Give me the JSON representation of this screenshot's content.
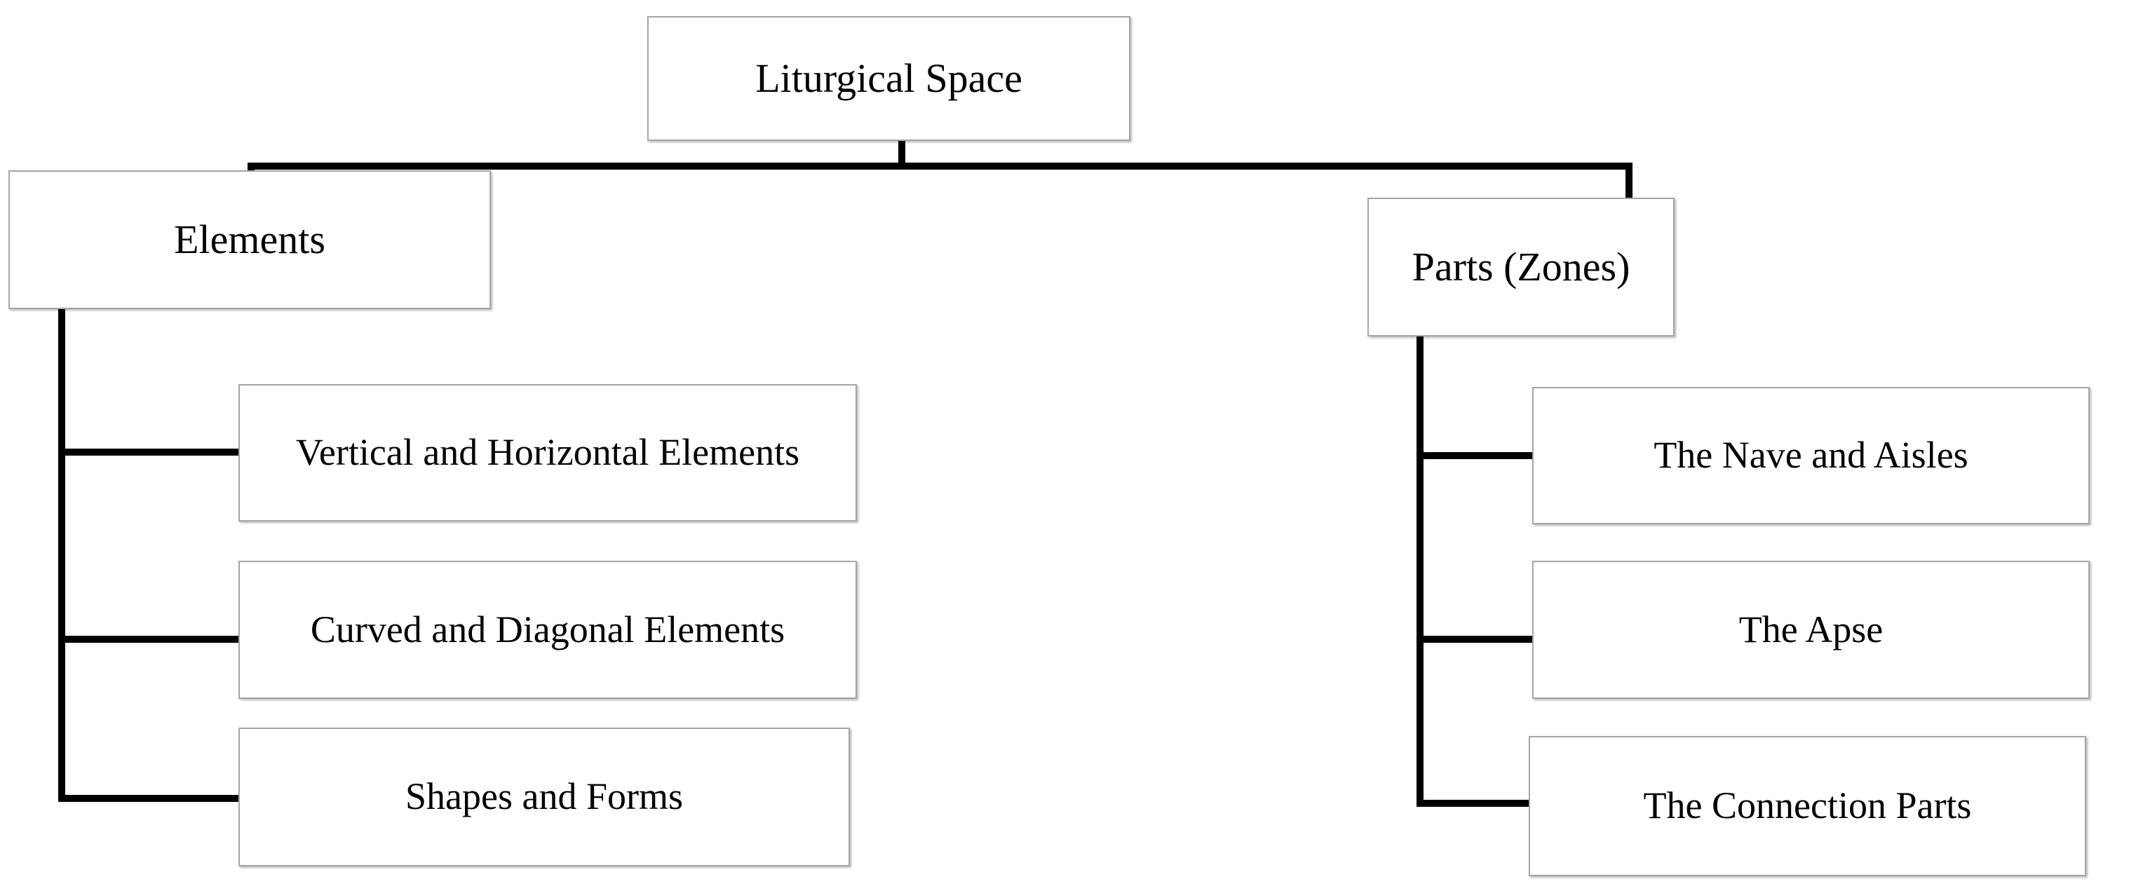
{
  "diagram": {
    "type": "hierarchy-tree",
    "title": "Liturgical Space",
    "root": {
      "label": "Liturgical Space"
    },
    "branches": [
      {
        "label": "Elements",
        "children": [
          {
            "label": "Vertical and Horizontal Elements"
          },
          {
            "label": "Curved and Diagonal Elements"
          },
          {
            "label": "Shapes and Forms"
          }
        ]
      },
      {
        "label": "Parts (Zones)",
        "children": [
          {
            "label": "The Nave and Aisles"
          },
          {
            "label": "The Apse"
          },
          {
            "label": "The Connection Parts"
          }
        ]
      }
    ],
    "colors": {
      "background": "#ffffff",
      "box_border": "#a6a6a6",
      "box_fill": "#ffffff",
      "connector": "#000000",
      "text": "#000000"
    }
  }
}
